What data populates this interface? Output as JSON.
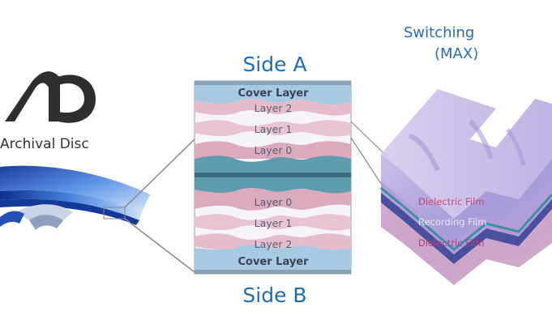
{
  "logo": {
    "icon": "archival-disc-logo-icon",
    "brand_text": "Archival Disc"
  },
  "side_a": {
    "title": "Side A",
    "layers": [
      "Cover Layer",
      "Layer 2",
      "Layer 1",
      "Layer 0"
    ]
  },
  "side_b": {
    "title": "Side B",
    "layers": [
      "Layer 0",
      "Layer 1",
      "Layer 2",
      "Cover Layer"
    ]
  },
  "switching": {
    "title_line1": "Switching",
    "title_line2": "(MAX)"
  },
  "films": [
    "Dielectric Film",
    "Recording Film",
    "Dielectric Film"
  ],
  "colors": {
    "title_blue": "#1f6db5",
    "cover": "#9fc3de",
    "pink_layer": "#e3b8c8",
    "white_layer": "#f6f4f8",
    "substrate": "#5e9aae",
    "block_purple": "#8f7fc8",
    "recording_film": "#4a4f9e"
  }
}
